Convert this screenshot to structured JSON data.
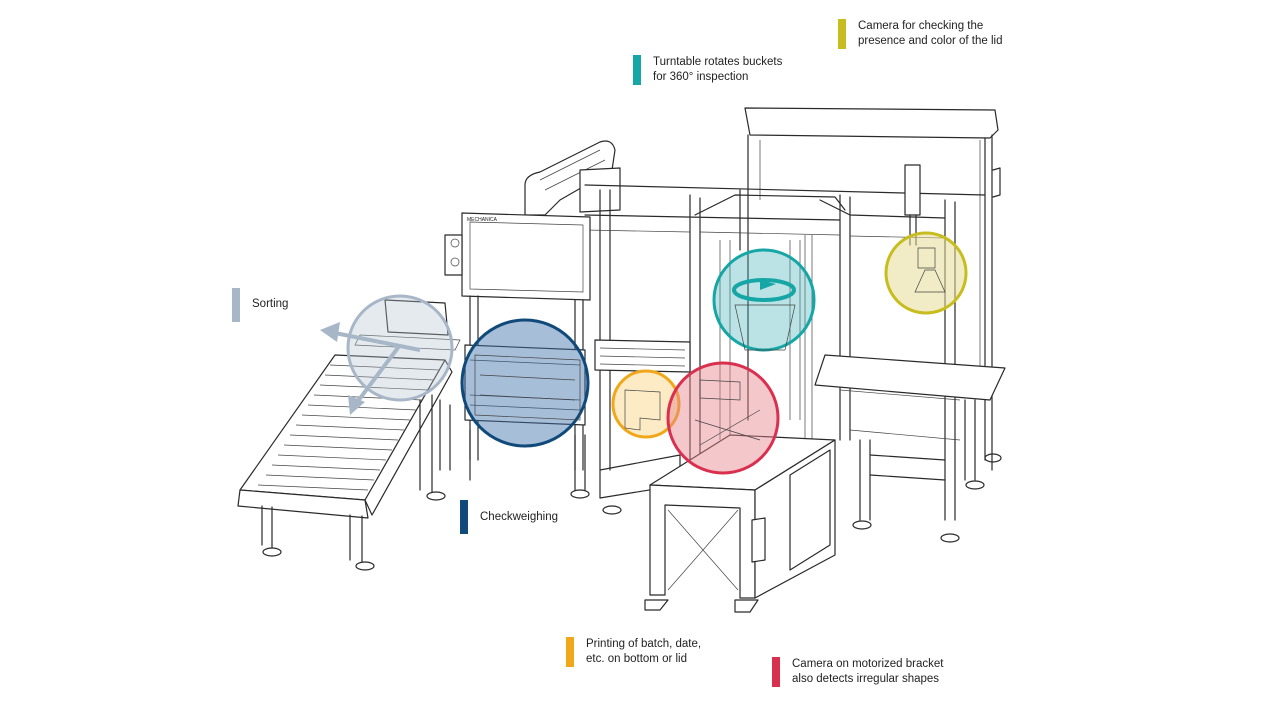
{
  "diagram": {
    "title": "Bucket inspection and checkweighing line",
    "monitor_brand": "MECHANICA",
    "callouts": [
      {
        "id": "lid-camera",
        "text": "Camera for checking the\npresence and color of the lid",
        "color": "#c7bd1e",
        "fill": "rgba(230,220,150,0.55)"
      },
      {
        "id": "turntable",
        "text": "Turntable rotates buckets\nfor 360° inspection",
        "color": "#17a6a6",
        "fill": "rgba(60,175,180,0.35)"
      },
      {
        "id": "sorting",
        "text": "Sorting",
        "color": "#a7b7c7",
        "fill": "rgba(180,195,210,0.35)"
      },
      {
        "id": "checkweighing",
        "text": "Checkweighing",
        "color": "#104a7a",
        "fill": "rgba(60,110,170,0.45)"
      },
      {
        "id": "printing",
        "text": "Printing of batch, date,\netc. on bottom or lid",
        "color": "#f0a81a",
        "fill": "rgba(250,215,140,0.5)"
      },
      {
        "id": "bracket-camera",
        "text": "Camera on motorized bracket\nalso detects irregular shapes",
        "color": "#d9304f",
        "fill": "rgba(230,130,140,0.45)"
      }
    ]
  }
}
